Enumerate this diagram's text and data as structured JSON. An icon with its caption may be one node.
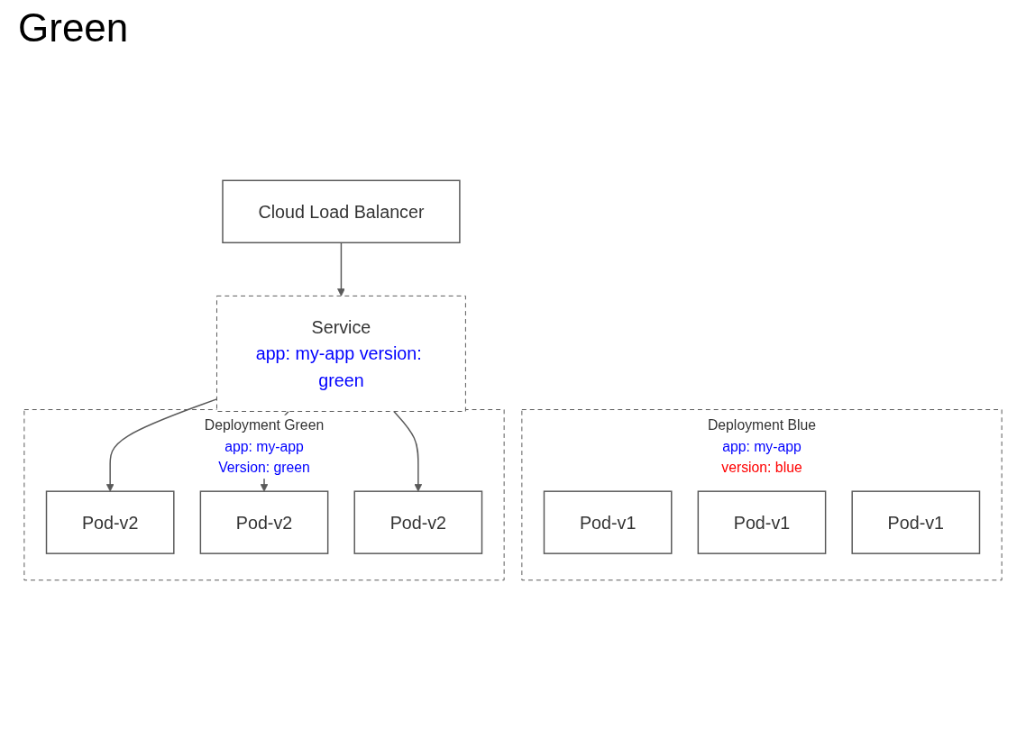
{
  "diagram": {
    "title": "Green",
    "nodes": [
      {
        "text": [
          "Cloud Load Balancer"
        ]
      },
      {
        "text": [
          "Service",
          "app: my-app version: green"
        ]
      },
      {
        "text": [
          "Deployment Blue",
          "app: my-app",
          "version: blue"
        ]
      },
      {
        "text": [
          "Pod-v1"
        ],
        "in": 2
      },
      {
        "text": [
          "Pod-v1"
        ],
        "in": 2
      },
      {
        "text": [
          "Pod-v1"
        ],
        "in": 2
      },
      {
        "text": [
          "Deployment Green",
          "app: my-app",
          "Version: green"
        ]
      },
      {
        "text": [
          "Pod-v2"
        ],
        "in": 6
      },
      {
        "text": [
          "Pod-v2"
        ],
        "in": 6
      },
      {
        "text": [
          "Pod-v2"
        ],
        "in": 6
      }
    ],
    "edges": [
      {
        "from": 0,
        "to": 1,
        "arrow": "to"
      },
      {
        "from": 1,
        "to": 7,
        "arrow": "to"
      },
      {
        "from": 1,
        "to": 8,
        "arrow": "to"
      },
      {
        "from": 1,
        "to": 9,
        "arrow": "to"
      }
    ]
  }
}
